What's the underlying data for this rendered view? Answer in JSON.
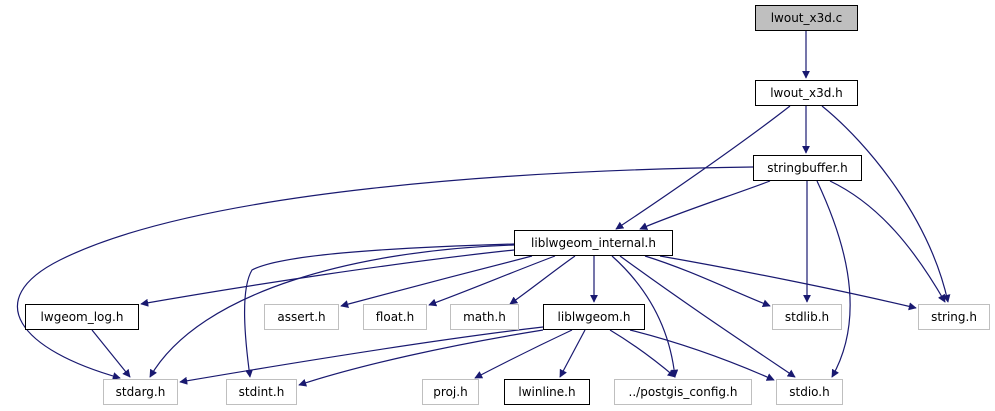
{
  "diagram": {
    "title": "lwout_x3d.c include dependency graph",
    "edge_color": "#191970",
    "nodes": [
      {
        "id": "lwout_x3d_c",
        "label": "lwout_x3d.c",
        "kind": "root"
      },
      {
        "id": "lwout_x3d_h",
        "label": "lwout_x3d.h",
        "kind": "doc"
      },
      {
        "id": "stringbuffer_h",
        "label": "stringbuffer.h",
        "kind": "doc"
      },
      {
        "id": "liblwgeom_internal_h",
        "label": "liblwgeom_internal.h",
        "kind": "doc"
      },
      {
        "id": "lwgeom_log_h",
        "label": "lwgeom_log.h",
        "kind": "doc"
      },
      {
        "id": "assert_h",
        "label": "assert.h",
        "kind": "ext"
      },
      {
        "id": "float_h",
        "label": "float.h",
        "kind": "ext"
      },
      {
        "id": "math_h",
        "label": "math.h",
        "kind": "ext"
      },
      {
        "id": "liblwgeom_h",
        "label": "liblwgeom.h",
        "kind": "doc"
      },
      {
        "id": "stdlib_h",
        "label": "stdlib.h",
        "kind": "ext"
      },
      {
        "id": "string_h",
        "label": "string.h",
        "kind": "ext"
      },
      {
        "id": "stdarg_h",
        "label": "stdarg.h",
        "kind": "ext"
      },
      {
        "id": "stdint_h",
        "label": "stdint.h",
        "kind": "ext"
      },
      {
        "id": "proj_h",
        "label": "proj.h",
        "kind": "ext"
      },
      {
        "id": "lwinline_h",
        "label": "lwinline.h",
        "kind": "doc"
      },
      {
        "id": "postgis_config_h",
        "label": "../postgis_config.h",
        "kind": "ext"
      },
      {
        "id": "stdio_h",
        "label": "stdio.h",
        "kind": "ext"
      }
    ],
    "edges": [
      [
        "lwout_x3d_c",
        "lwout_x3d_h"
      ],
      [
        "lwout_x3d_h",
        "stringbuffer_h"
      ],
      [
        "lwout_x3d_h",
        "liblwgeom_internal_h"
      ],
      [
        "lwout_x3d_h",
        "string_h"
      ],
      [
        "stringbuffer_h",
        "liblwgeom_internal_h"
      ],
      [
        "stringbuffer_h",
        "stdarg_h"
      ],
      [
        "stringbuffer_h",
        "stdlib_h"
      ],
      [
        "stringbuffer_h",
        "string_h"
      ],
      [
        "stringbuffer_h",
        "stdio_h"
      ],
      [
        "liblwgeom_internal_h",
        "lwgeom_log_h"
      ],
      [
        "liblwgeom_internal_h",
        "assert_h"
      ],
      [
        "liblwgeom_internal_h",
        "float_h"
      ],
      [
        "liblwgeom_internal_h",
        "math_h"
      ],
      [
        "liblwgeom_internal_h",
        "liblwgeom_h"
      ],
      [
        "liblwgeom_internal_h",
        "stdlib_h"
      ],
      [
        "liblwgeom_internal_h",
        "string_h"
      ],
      [
        "liblwgeom_internal_h",
        "stdarg_h"
      ],
      [
        "liblwgeom_internal_h",
        "stdint_h"
      ],
      [
        "liblwgeom_internal_h",
        "postgis_config_h"
      ],
      [
        "liblwgeom_internal_h",
        "stdio_h"
      ],
      [
        "lwgeom_log_h",
        "stdarg_h"
      ],
      [
        "liblwgeom_h",
        "stdarg_h"
      ],
      [
        "liblwgeom_h",
        "stdint_h"
      ],
      [
        "liblwgeom_h",
        "proj_h"
      ],
      [
        "liblwgeom_h",
        "lwinline_h"
      ],
      [
        "liblwgeom_h",
        "postgis_config_h"
      ],
      [
        "liblwgeom_h",
        "stdio_h"
      ]
    ]
  }
}
